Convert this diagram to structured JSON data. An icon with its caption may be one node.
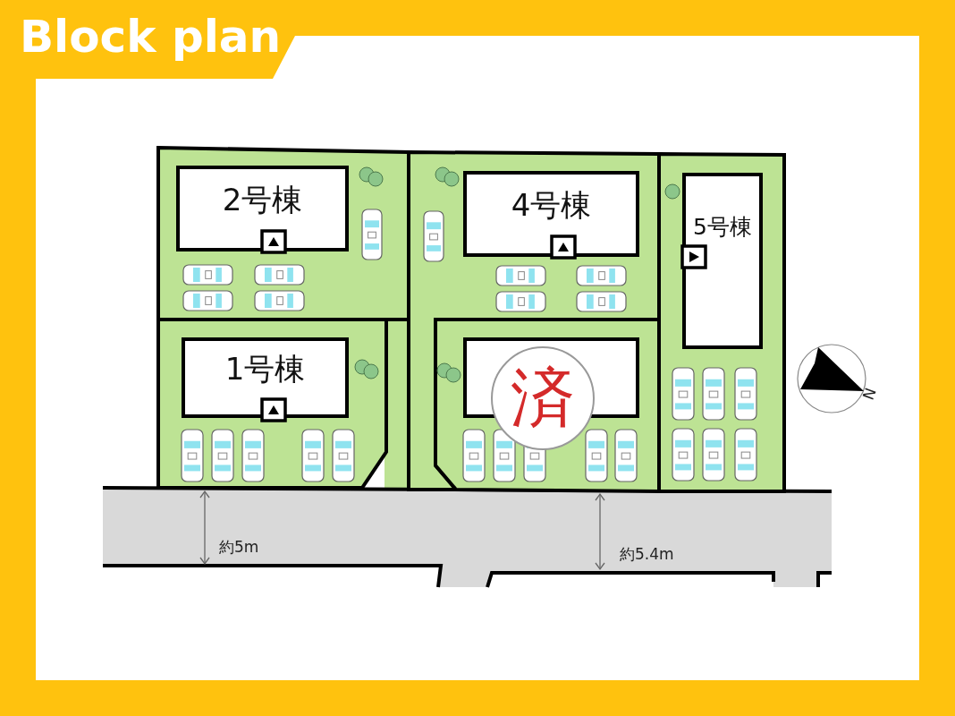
{
  "diagram": {
    "title": "Block plan",
    "nodes": [
      {
        "text": [
          "2号棟"
        ]
      },
      {
        "text": [
          "4号棟"
        ]
      },
      {
        "text": [
          "5号棟"
        ]
      },
      {
        "text": [
          "1号棟"
        ]
      },
      {
        "text": [],
        "shape": "box"
      },
      {
        "text": [
          "済"
        ]
      }
    ],
    "labels": [
      "約5m",
      "約5.4m",
      "N"
    ]
  }
}
